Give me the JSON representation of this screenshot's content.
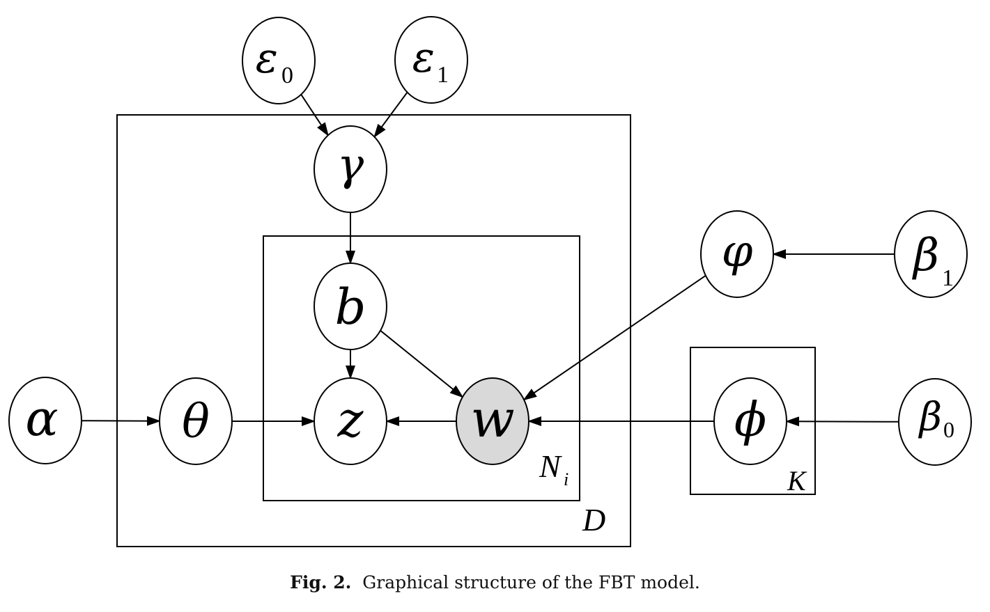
{
  "nodes": {
    "epsilon0": {
      "symbol": "ε",
      "subscript": "0"
    },
    "epsilon1": {
      "symbol": "ε",
      "subscript": "1"
    },
    "gamma": {
      "symbol": "γ"
    },
    "b": {
      "symbol": "b"
    },
    "z": {
      "symbol": "z"
    },
    "w": {
      "symbol": "w",
      "observed": true
    },
    "theta": {
      "symbol": "θ"
    },
    "alpha": {
      "symbol": "α"
    },
    "varphi": {
      "symbol": "φ"
    },
    "beta1": {
      "symbol": "β",
      "subscript": "1"
    },
    "phi": {
      "symbol": "ϕ"
    },
    "beta0": {
      "symbol": "β",
      "subscript": "0"
    }
  },
  "plates": {
    "documents": {
      "label": "D"
    },
    "words": {
      "label": "N",
      "subscript": "i"
    },
    "topics": {
      "label": "K"
    }
  },
  "edges": [
    {
      "from": "epsilon0",
      "to": "gamma"
    },
    {
      "from": "epsilon1",
      "to": "gamma"
    },
    {
      "from": "gamma",
      "to": "b"
    },
    {
      "from": "b",
      "to": "z"
    },
    {
      "from": "b",
      "to": "w"
    },
    {
      "from": "varphi",
      "to": "w"
    },
    {
      "from": "beta1",
      "to": "varphi"
    },
    {
      "from": "alpha",
      "to": "theta"
    },
    {
      "from": "theta",
      "to": "z"
    },
    {
      "from": "w",
      "to": "z"
    },
    {
      "from": "phi",
      "to": "w"
    },
    {
      "from": "beta0",
      "to": "phi"
    }
  ],
  "caption": {
    "label": "Fig. 2.",
    "text": "Graphical structure of the FBT model."
  },
  "colors": {
    "observed_fill": "#d9d9d9",
    "line": "#000000"
  }
}
